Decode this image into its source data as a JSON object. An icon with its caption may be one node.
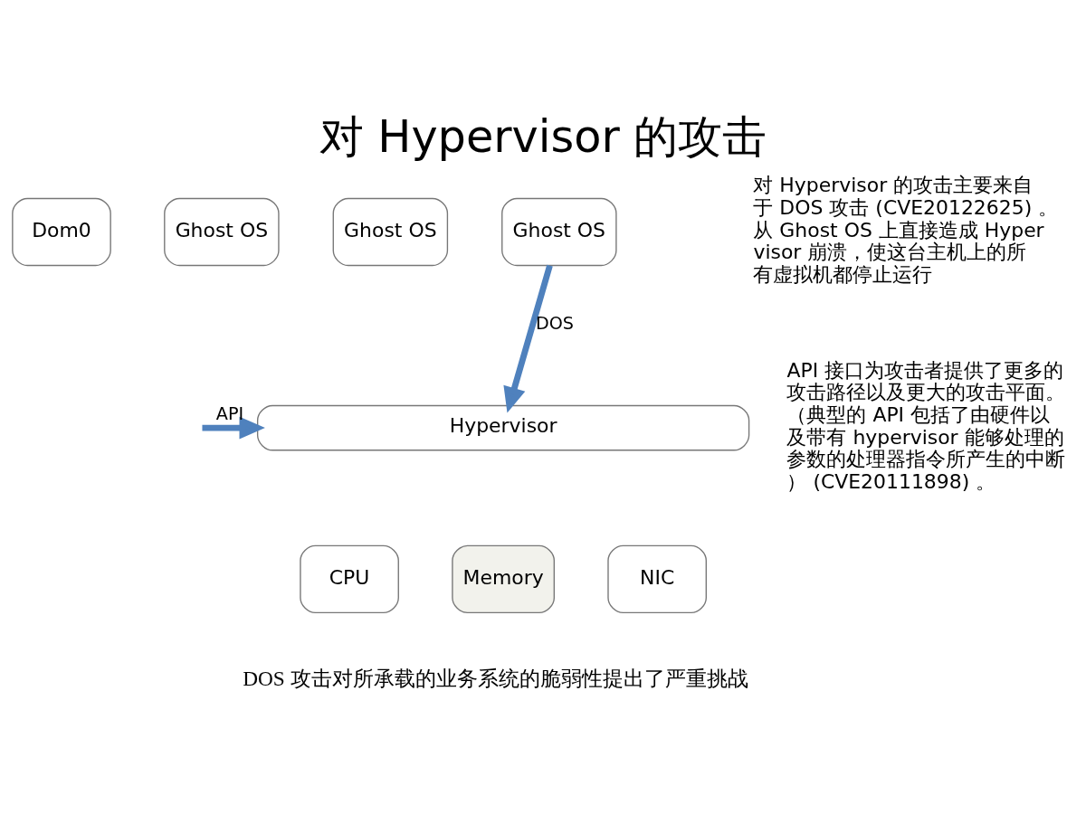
{
  "diagram": {
    "title": "对 Hypervisor 的攻击",
    "nodes": [
      {
        "text": [
          "Dom0"
        ]
      },
      {
        "text": [
          "Ghost OS"
        ]
      },
      {
        "text": [
          "Ghost OS"
        ]
      },
      {
        "text": [
          "Ghost OS"
        ]
      },
      {
        "text": [
          "Hypervisor"
        ]
      },
      {
        "text": [
          "CPU"
        ]
      },
      {
        "text": [
          "Memory"
        ]
      },
      {
        "text": [
          "NIC"
        ]
      }
    ],
    "edges": [
      {
        "from": null,
        "to": 4,
        "arrow": "to",
        "label": "API"
      },
      {
        "from": 3,
        "to": 4,
        "arrow": "to",
        "label": "DOS"
      }
    ],
    "labels": [
      "对 Hypervisor 的攻击主要来自于 DOS 攻击 (CVE20122625) 。从 Ghost OS 上直接造成 Hypervisor 崩溃，使这台主机上的所有虚拟机都停止运行",
      "API 接口为攻击者提供了更多的攻击路径以及更大的攻击平面。（典型的 API 包括了由硬件以及带有 hypervisor 能够处理的参数的处理器指令所产生的中断） (CVE20111898) 。",
      "DOS 攻击对所承载的业务系统的脆弱性提出了严重挑战"
    ]
  }
}
